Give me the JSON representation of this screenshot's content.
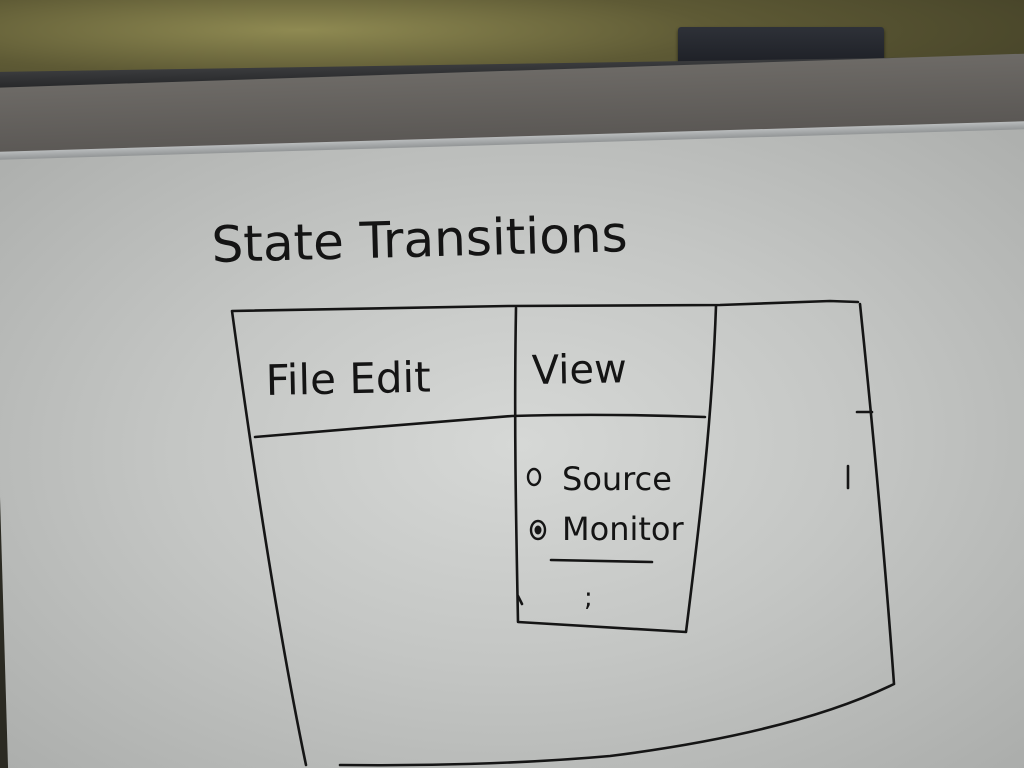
{
  "whiteboard": {
    "title": "State Transitions",
    "menu_bar": {
      "left_label": "File  Edit",
      "view_label": "View"
    },
    "view_menu": {
      "options": [
        {
          "label": "Source",
          "selected": false
        },
        {
          "label": "Monitor",
          "selected": true
        }
      ],
      "more_indicator": ";"
    }
  }
}
